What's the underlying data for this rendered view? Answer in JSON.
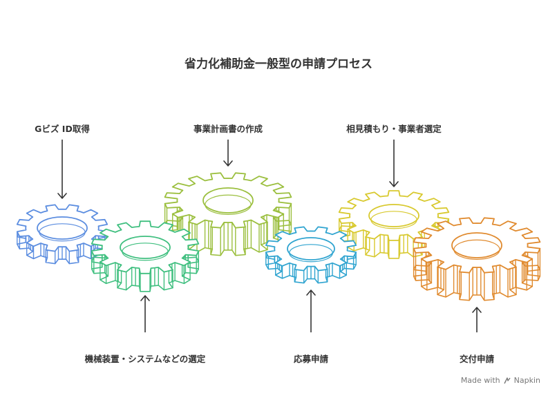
{
  "title": "省力化補助金一般型の申請プロセス",
  "steps": [
    {
      "label": "Gビズ ID取得",
      "color": "#5B8DE0"
    },
    {
      "label": "機械装置・システムなどの選定",
      "color": "#3FBF7F"
    },
    {
      "label": "事業計画書の作成",
      "color": "#9BBF3E"
    },
    {
      "label": "応募申請",
      "color": "#2FA4D0"
    },
    {
      "label": "相見積もり・事業者選定",
      "color": "#D8C92E"
    },
    {
      "label": "交付申請",
      "color": "#E08A2E"
    }
  ],
  "brand": {
    "made_with": "Made with",
    "name": "Napkin"
  }
}
